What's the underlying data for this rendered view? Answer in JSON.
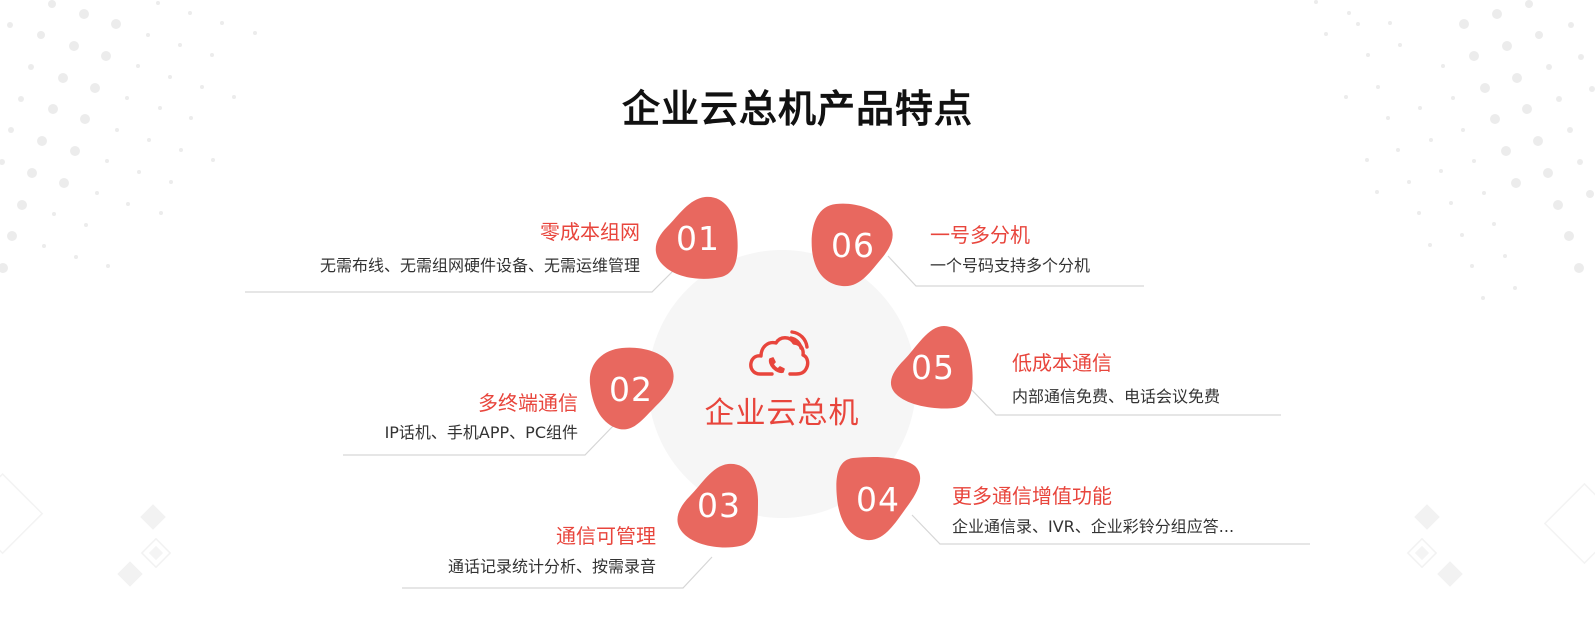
{
  "page": {
    "title": "企业云总机产品特点"
  },
  "center": {
    "icon": "cloud-phone-icon",
    "label": "企业云总机"
  },
  "colors": {
    "accent_red": "#e8453c",
    "blob_red": "#e8685f",
    "center_circle": "#f6f6f6",
    "text_dark": "#333333",
    "line_gray": "#d8d8d8"
  },
  "features": [
    {
      "num": "01",
      "title": "零成本组网",
      "desc": "无需布线、无需组网硬件设备、无需运维管理"
    },
    {
      "num": "02",
      "title": "多终端通信",
      "desc": "IP话机、手机APP、PC组件"
    },
    {
      "num": "03",
      "title": "通信可管理",
      "desc": "通话记录统计分析、按需录音"
    },
    {
      "num": "04",
      "title": "更多通信增值功能",
      "desc": "企业通信录、IVR、企业彩铃分组应答..."
    },
    {
      "num": "05",
      "title": "低成本通信",
      "desc": "内部通信免费、电话会议免费"
    },
    {
      "num": "06",
      "title": "一号多分机",
      "desc": "一个号码支持多个分机"
    }
  ]
}
